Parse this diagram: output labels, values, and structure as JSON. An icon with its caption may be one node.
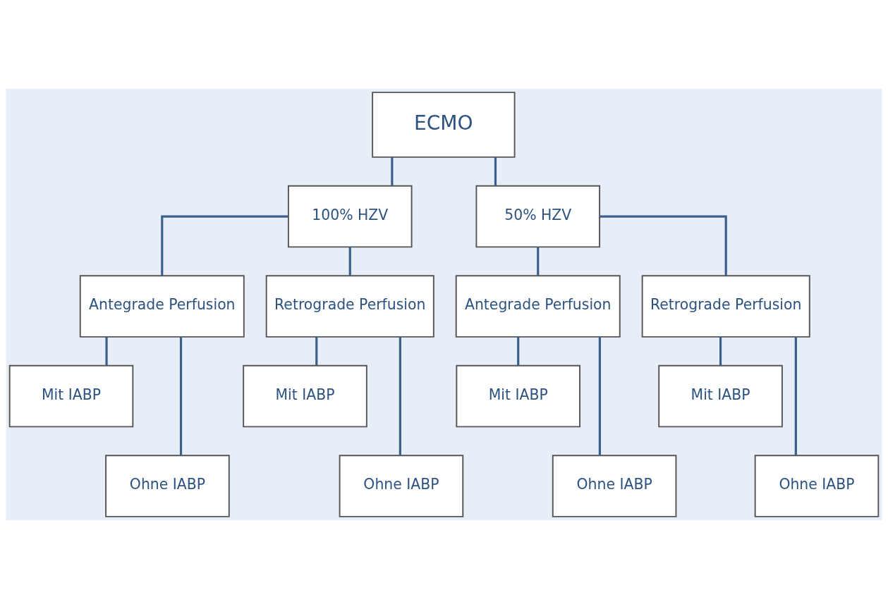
{
  "diagram": {
    "nodes": [
      {
        "text": [
          "ECMO"
        ]
      },
      {
        "text": [
          "100% HZV"
        ]
      },
      {
        "text": [
          "50% HZV"
        ]
      },
      {
        "text": [
          "Antegrade Perfusion"
        ]
      },
      {
        "text": [
          "Retrograde Perfusion"
        ]
      },
      {
        "text": [
          "Antegrade Perfusion"
        ]
      },
      {
        "text": [
          "Retrograde Perfusion"
        ]
      },
      {
        "text": [
          "Mit IABP"
        ]
      },
      {
        "text": [
          "Mit IABP"
        ]
      },
      {
        "text": [
          "Mit IABP"
        ]
      },
      {
        "text": [
          "Mit IABP"
        ]
      },
      {
        "text": [
          "Ohne IABP"
        ]
      },
      {
        "text": [
          "Ohne IABP"
        ]
      },
      {
        "text": [
          "Ohne IABP"
        ]
      },
      {
        "text": [
          "Ohne IABP"
        ]
      }
    ],
    "edges": [
      {
        "from": 0,
        "to": 1,
        "arrow": "none"
      },
      {
        "from": 0,
        "to": 2,
        "arrow": "none"
      },
      {
        "from": 1,
        "to": 3,
        "arrow": "none"
      },
      {
        "from": 1,
        "to": 4,
        "arrow": "none"
      },
      {
        "from": 2,
        "to": 5,
        "arrow": "none"
      },
      {
        "from": 2,
        "to": 6,
        "arrow": "none"
      },
      {
        "from": 3,
        "to": 7,
        "arrow": "none"
      },
      {
        "from": 3,
        "to": 11,
        "arrow": "none"
      },
      {
        "from": 4,
        "to": 8,
        "arrow": "none"
      },
      {
        "from": 4,
        "to": 12,
        "arrow": "none"
      },
      {
        "from": 5,
        "to": 9,
        "arrow": "none"
      },
      {
        "from": 5,
        "to": 13,
        "arrow": "none"
      },
      {
        "from": 6,
        "to": 10,
        "arrow": "none"
      },
      {
        "from": 6,
        "to": 14,
        "arrow": "none"
      }
    ]
  }
}
